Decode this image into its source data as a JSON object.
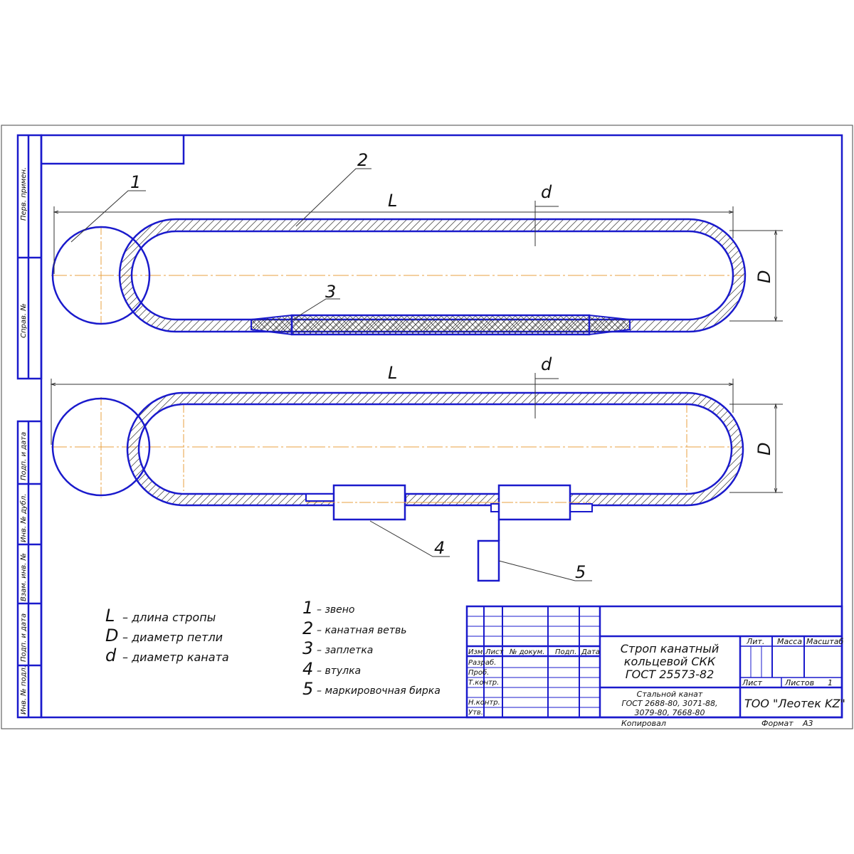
{
  "colors": {
    "line": "#1a1acc",
    "thin": "#333333",
    "center": "#e8a040",
    "text": "#111111"
  },
  "side_labels": [
    "Перв. примен.",
    "Справ. №",
    "Подп. и дата",
    "Инв. № дубл.",
    "Взам. инв. №",
    "Подп. и дата",
    "Инв. № подл."
  ],
  "dims": {
    "L": "L",
    "d": "d",
    "D": "D"
  },
  "callouts": [
    "1",
    "2",
    "3",
    "4",
    "5"
  ],
  "legend_dims": [
    {
      "sym": "L",
      "text": "– длина стропы"
    },
    {
      "sym": "D",
      "text": "– диаметр петли"
    },
    {
      "sym": "d",
      "text": "– диаметр каната"
    }
  ],
  "legend_parts": [
    {
      "num": "1",
      "text": "– звено"
    },
    {
      "num": "2",
      "text": "– канатная ветвь"
    },
    {
      "num": "3",
      "text": "– заплетка"
    },
    {
      "num": "4",
      "text": "– втулка"
    },
    {
      "num": "5",
      "text": "– маркировочная бирка"
    }
  ],
  "title_block": {
    "headers": [
      "Изм.",
      "Лист",
      "№ докум.",
      "Подп.",
      "Дата"
    ],
    "roles": [
      "Разраб.",
      "Проб.",
      "Т.контр.",
      "Н.контр.",
      "Утв."
    ],
    "title": [
      "Строп канатный",
      "кольцевой СКК",
      "ГОСТ 25573-82"
    ],
    "material": [
      "Стальной канат",
      "ГОСТ 2688-80, 3071-88,",
      "3079-80, 7668-80"
    ],
    "lit": "Лит.",
    "mass": "Масса",
    "scale": "Масштаб",
    "sheet": "Лист",
    "sheets": "Листов",
    "sheets_count": "1",
    "company": "ТОО \"Леотек KZ\"",
    "copied": "Копировал",
    "format": "Формат",
    "format_value": "А3"
  }
}
